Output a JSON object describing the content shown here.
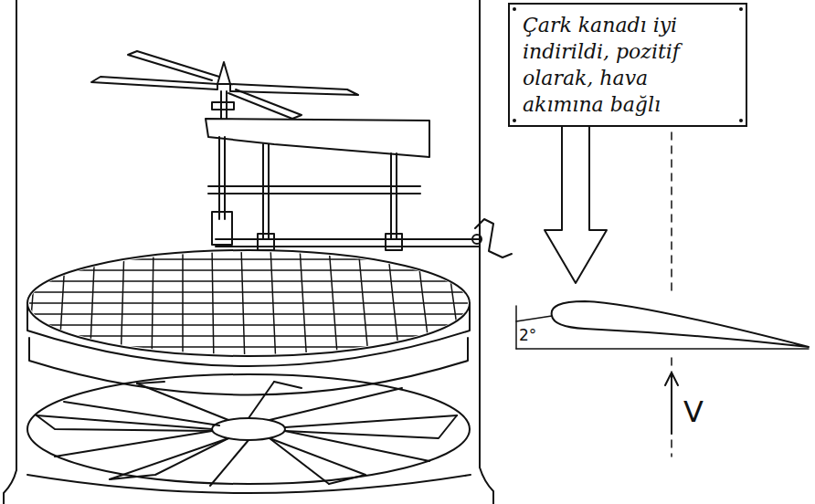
{
  "diagram": {
    "nodes": [
      {
        "text": [
          "Çark kanadı iyi indirildi, pozitif olarak, hava akımına bağlı"
        ]
      }
    ],
    "labels": [
      "2°",
      "V"
    ]
  }
}
